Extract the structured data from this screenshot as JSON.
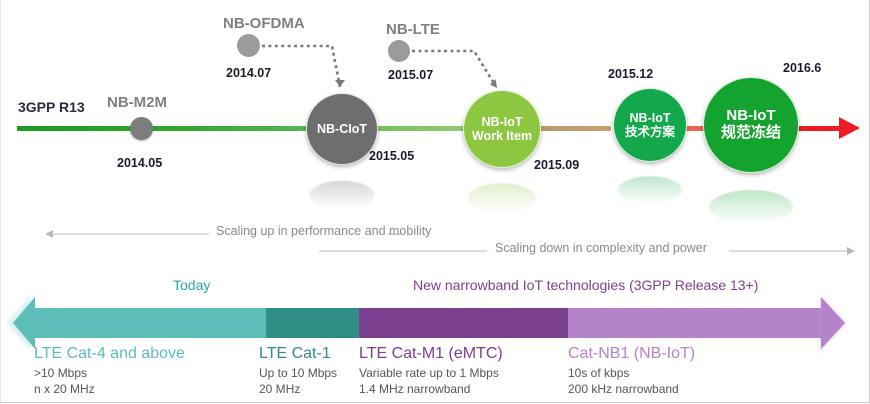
{
  "timeline": {
    "start_label": "3GPP R13",
    "milestones": [
      {
        "name": "NB-M2M",
        "date": "2014.05",
        "kind": "dot-gray"
      },
      {
        "name": "NB-OFDMA",
        "date": "2014.07",
        "kind": "mini-gray"
      },
      {
        "name": "NB-CIoT",
        "date": "2015.05",
        "kind": "circle-gray"
      },
      {
        "name": "NB-LTE",
        "date": "2015.07",
        "kind": "mini-gray"
      },
      {
        "name_line1": "NB-IoT",
        "name_line2": "Work Item",
        "date": "2015.09",
        "kind": "circle-lightgreen"
      },
      {
        "name_line1": "NB-IoT",
        "name_line2": "技术方案",
        "date": "2015.12",
        "kind": "circle-green"
      },
      {
        "name_line1": "NB-IoT",
        "name_line2": "规范冻结",
        "date": "2016.6",
        "kind": "circle-darkgreen"
      }
    ],
    "colors": {
      "line_start": "#1d9a23",
      "line_mid": "#9ccb7a",
      "line_tan": "#c9a06c",
      "line_red": "#ed1c24",
      "node_gray": "#6e6e6e",
      "node_lightgreen": "#8dc641",
      "node_green": "#12a84b",
      "node_darkgreen": "#14a32e"
    }
  },
  "scaling": {
    "up_label": "Scaling up in performance and mobility",
    "down_label": "Scaling down in complexity and power"
  },
  "sections": {
    "today_label": "Today",
    "new_label": "New narrowband IoT technologies (3GPP Release 13+)",
    "today_color": "#2aa6a0",
    "new_color": "#7b3f8f"
  },
  "bar": {
    "segments": [
      {
        "title": "LTE Cat-4 and above",
        "sub1": ">10 Mbps",
        "sub2": "n x 20 MHz",
        "color": "#5cbdb9"
      },
      {
        "title": "LTE Cat-1",
        "sub1": "Up to 10 Mbps",
        "sub2": "20 MHz",
        "color": "#2f8f85"
      },
      {
        "title": "LTE Cat-M1 (eMTC)",
        "sub1": "Variable rate up to 1 Mbps",
        "sub2": "1.4 MHz narrowband",
        "color": "#7b3f8f"
      },
      {
        "title": "Cat-NB1 (NB-IoT)",
        "sub1": "10s of kbps",
        "sub2": "200 kHz narrowband",
        "color": "#b483c9"
      }
    ]
  }
}
